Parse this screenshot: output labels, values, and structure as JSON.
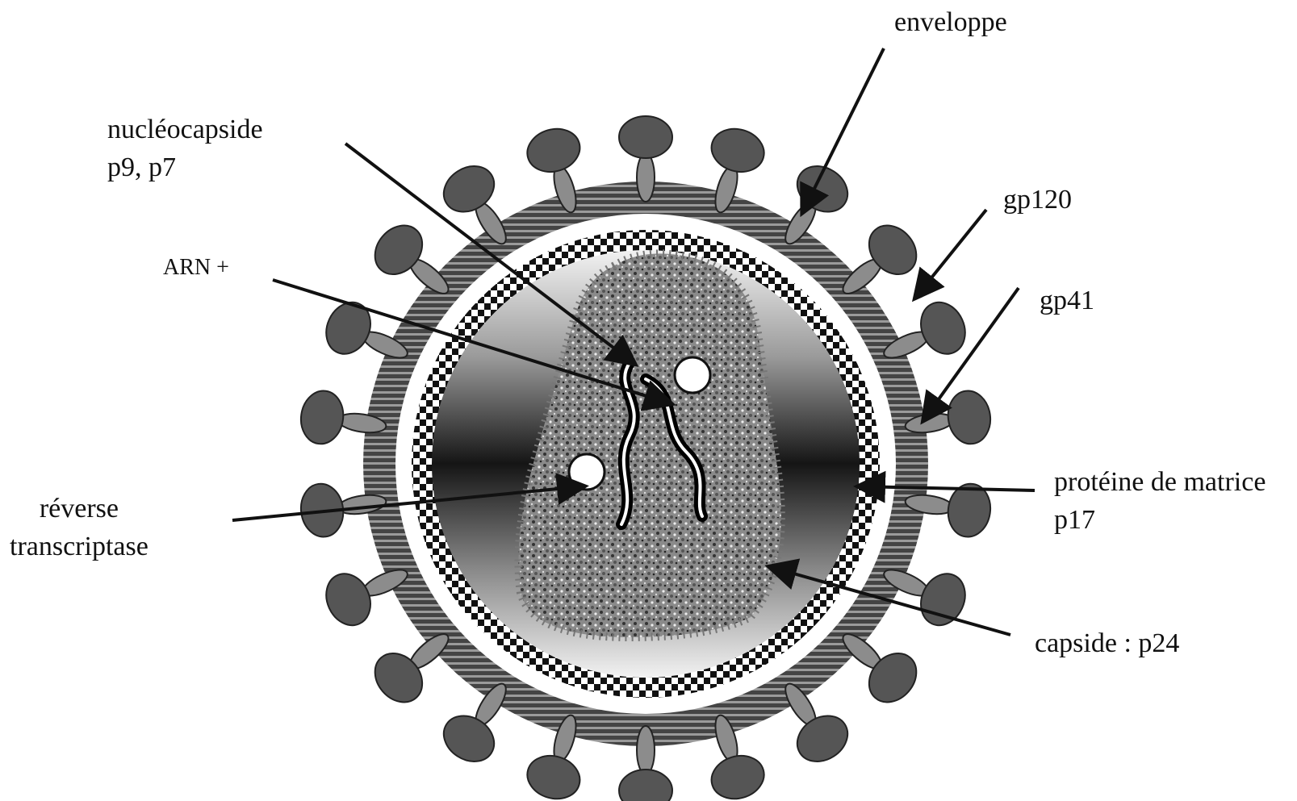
{
  "labels": {
    "enveloppe": "enveloppe",
    "nucleocapside_line1": "nucléocapside",
    "nucleocapside_line2": "p9, p7",
    "gp120": "gp120",
    "arn": "ARN +",
    "gp41": "gp41",
    "reverse_line1": "réverse",
    "reverse_line2": "transcriptase",
    "matrice_line1": "protéine de matrice",
    "matrice_line2": "p17",
    "capside": "capside : p24"
  },
  "colors": {
    "envelope_band": "#3a3a3a",
    "gp120_knob": "#555555",
    "gp41_stalk": "#8c8c8c",
    "matrix_checker": "#1a1a1a",
    "capsid_fill": "#9a9a9a",
    "arrow": "#111111"
  },
  "icons": {
    "virion": "hiv-virion-icon"
  }
}
